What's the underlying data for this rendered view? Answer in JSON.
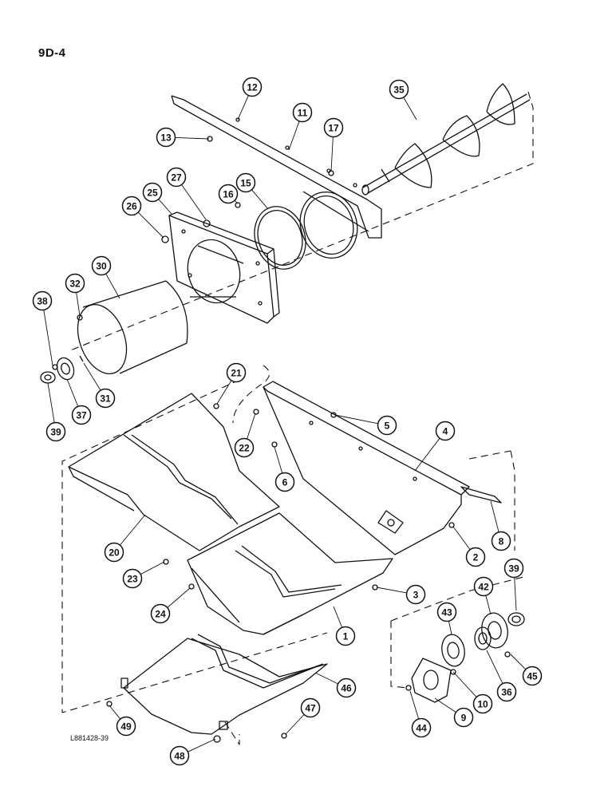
{
  "page_code": "9D-4",
  "reference_code": "L881428-39",
  "callouts": [
    {
      "id": "c1",
      "label": "1"
    },
    {
      "id": "c2",
      "label": "2"
    },
    {
      "id": "c3",
      "label": "3"
    },
    {
      "id": "c4",
      "label": "4"
    },
    {
      "id": "c5",
      "label": "5"
    },
    {
      "id": "c6",
      "label": "6"
    },
    {
      "id": "c8",
      "label": "8"
    },
    {
      "id": "c9",
      "label": "9"
    },
    {
      "id": "c10",
      "label": "10"
    },
    {
      "id": "c11",
      "label": "11"
    },
    {
      "id": "c12",
      "label": "12"
    },
    {
      "id": "c13",
      "label": "13"
    },
    {
      "id": "c15",
      "label": "15"
    },
    {
      "id": "c16",
      "label": "16"
    },
    {
      "id": "c17",
      "label": "17"
    },
    {
      "id": "c20",
      "label": "20"
    },
    {
      "id": "c21",
      "label": "21"
    },
    {
      "id": "c22",
      "label": "22"
    },
    {
      "id": "c23",
      "label": "23"
    },
    {
      "id": "c24",
      "label": "24"
    },
    {
      "id": "c25",
      "label": "25"
    },
    {
      "id": "c26",
      "label": "26"
    },
    {
      "id": "c27",
      "label": "27"
    },
    {
      "id": "c30",
      "label": "30"
    },
    {
      "id": "c31",
      "label": "31"
    },
    {
      "id": "c32",
      "label": "32"
    },
    {
      "id": "c35",
      "label": "35"
    },
    {
      "id": "c36",
      "label": "36"
    },
    {
      "id": "c37",
      "label": "37"
    },
    {
      "id": "c38",
      "label": "38"
    },
    {
      "id": "c39a",
      "label": "39"
    },
    {
      "id": "c39b",
      "label": "39"
    },
    {
      "id": "c42",
      "label": "42"
    },
    {
      "id": "c43",
      "label": "43"
    },
    {
      "id": "c44",
      "label": "44"
    },
    {
      "id": "c45",
      "label": "45"
    },
    {
      "id": "c46",
      "label": "46"
    },
    {
      "id": "c47",
      "label": "47"
    },
    {
      "id": "c48",
      "label": "48"
    },
    {
      "id": "c49",
      "label": "49"
    }
  ]
}
